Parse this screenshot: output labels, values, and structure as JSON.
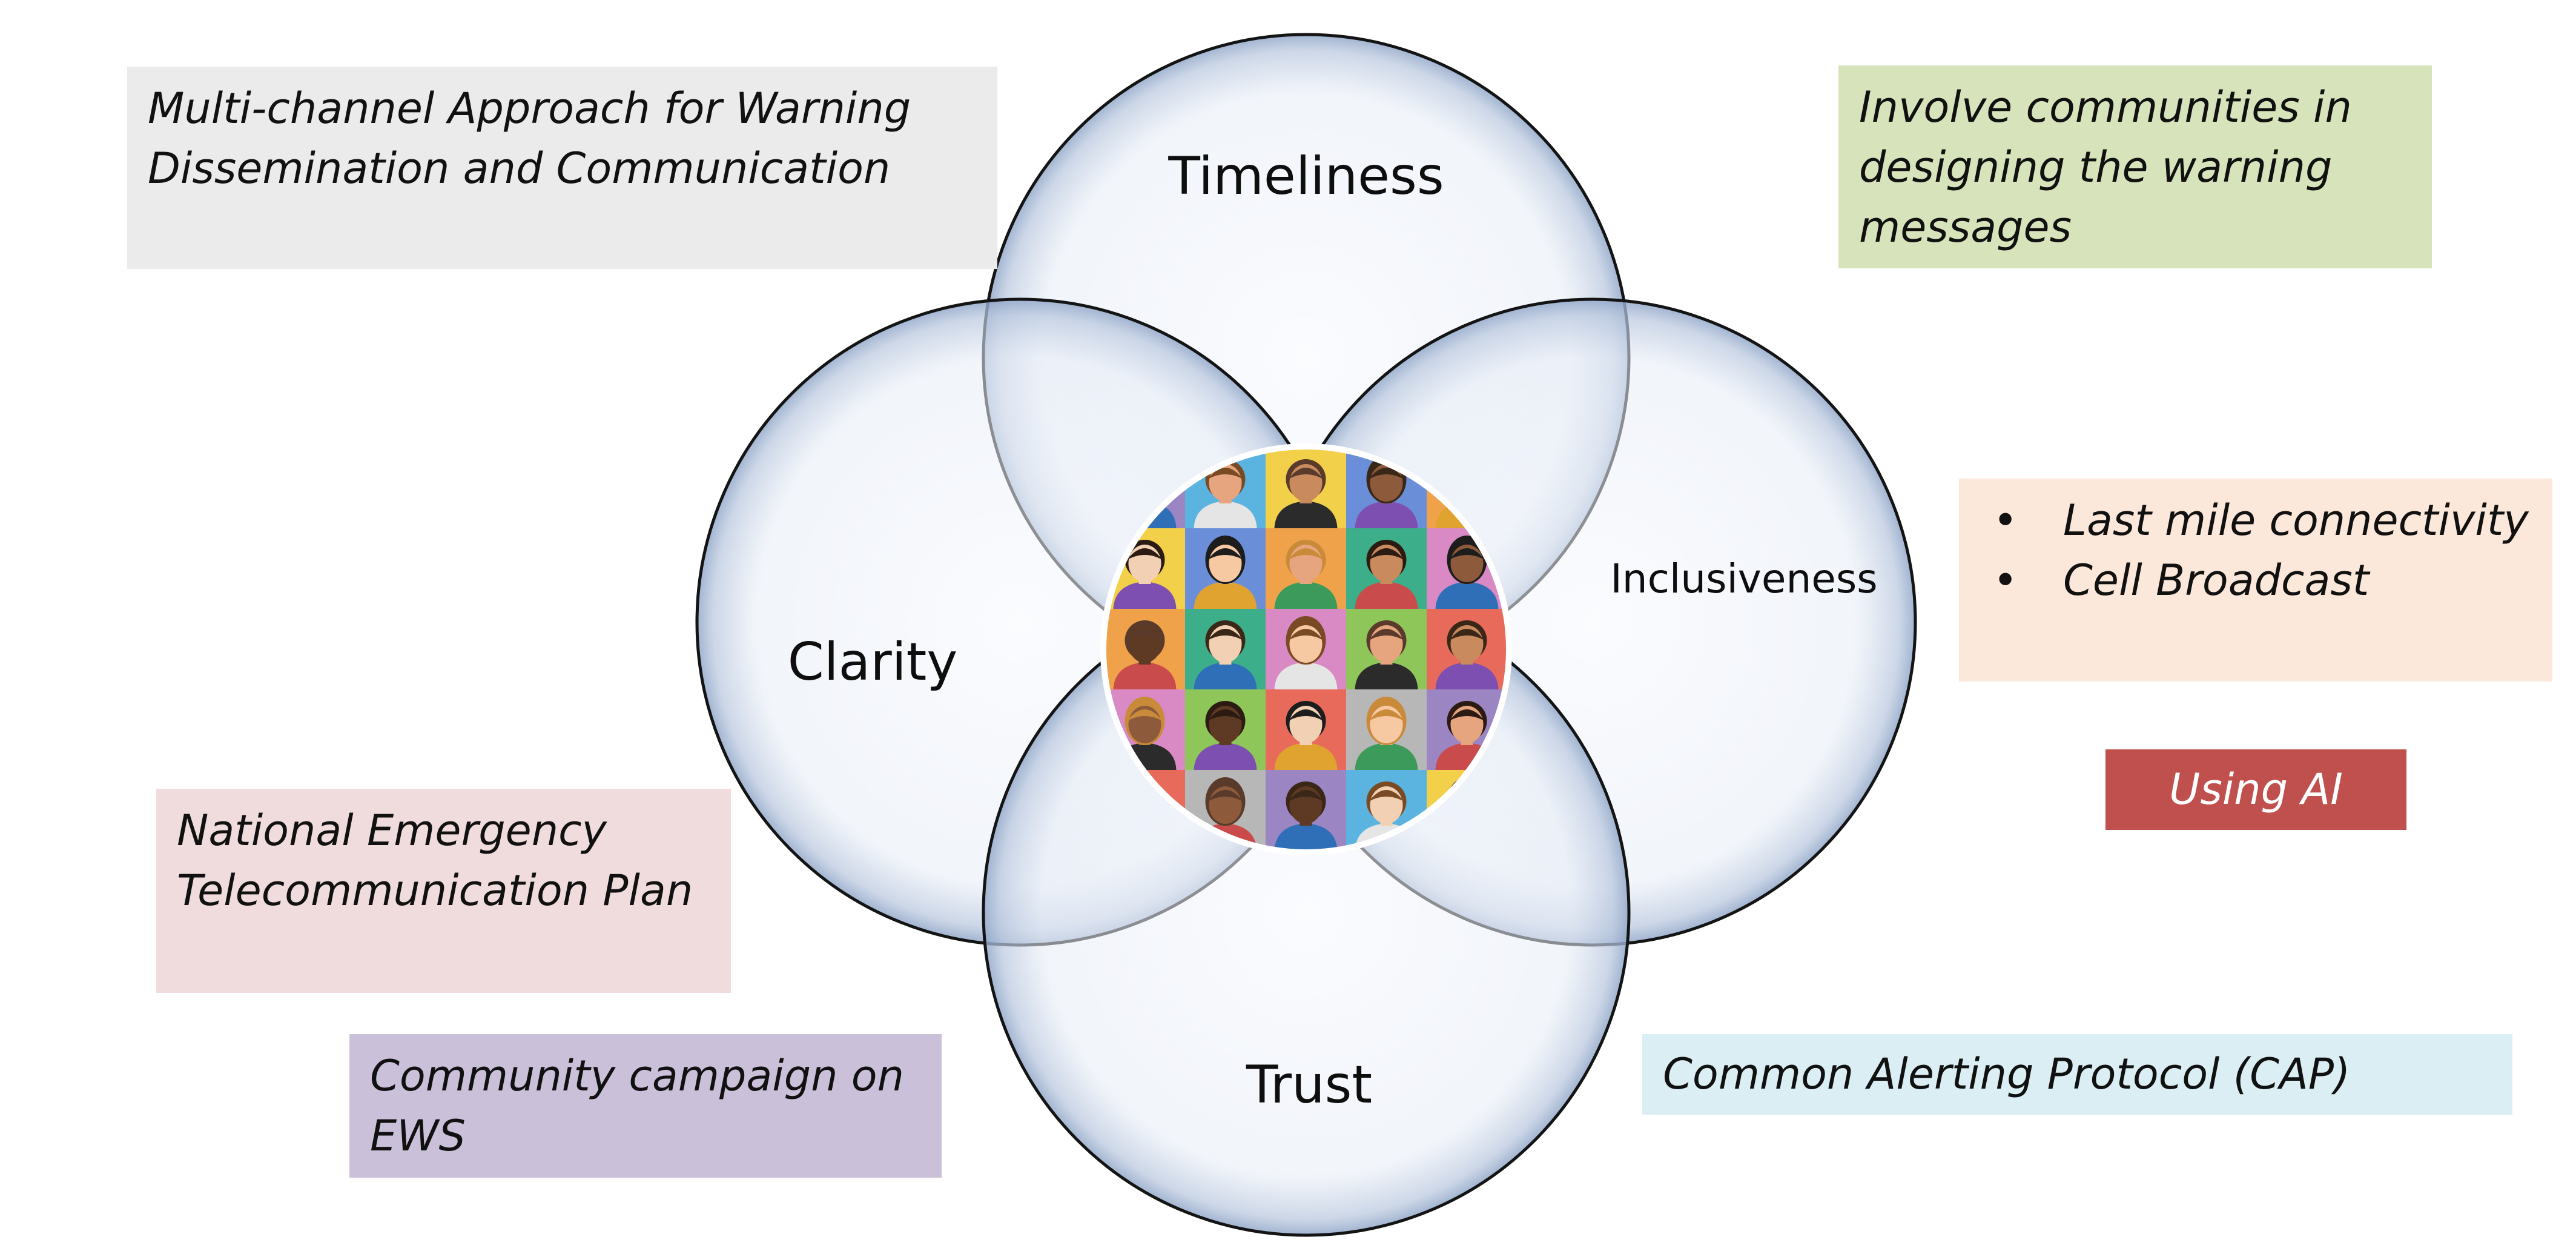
{
  "colors": {
    "circle_fill": "#eef2f9",
    "circle_stroke": "#141414",
    "callout_grey": "#ebebeb",
    "callout_green": "#d7e3bb",
    "callout_peach": "#fce8da",
    "callout_red": "#c0504d",
    "callout_pink": "#f0dcdc",
    "callout_purple": "#cbc0da",
    "callout_cyan": "#dbeef3"
  },
  "circles": [
    {
      "key": "timeliness",
      "label": "Timeliness"
    },
    {
      "key": "clarity",
      "label": "Clarity"
    },
    {
      "key": "inclusiveness",
      "label": "Inclusiveness"
    },
    {
      "key": "trust",
      "label": "Trust"
    }
  ],
  "center": {
    "icon": "community-people-icon"
  },
  "callouts": {
    "multichannel": {
      "text": "Multi-channel Approach for Warning Dissemination and Communication"
    },
    "communities": {
      "text": "Involve communities in designing the warning messages"
    },
    "lastmile": {
      "items": [
        "Last mile connectivity",
        "Cell Broadcast"
      ]
    },
    "ai": {
      "text": "Using AI"
    },
    "netp": {
      "text": "National Emergency Telecommunication Plan"
    },
    "community_campaign": {
      "text": "Community campaign on EWS"
    },
    "cap": {
      "text": "Common Alerting Protocol (CAP)"
    }
  }
}
